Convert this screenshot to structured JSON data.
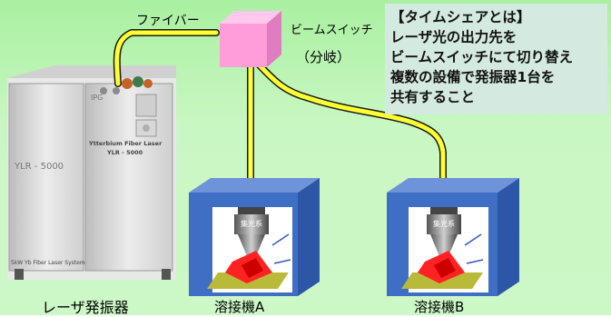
{
  "labels": {
    "fiber": "ファイバー",
    "beam_switch": "ビームスイッチ",
    "branch": "（分岐）",
    "laser_oscillator": "レーザ発振器",
    "welder_a": "溶接機A",
    "welder_b": "溶接機B"
  },
  "info_box": {
    "title": "【タイムシェアとは】",
    "lines": [
      "レーザ光の出力先を",
      "ビームスイッチにて切り替え",
      "複数の設備で発振器1台を",
      "共有すること"
    ]
  },
  "laser_unit": {
    "brand": "IPG",
    "model_title": "Ytterbium Fiber Laser",
    "model": "YLR - 5000",
    "side_label": "YLR - 5000",
    "footer": "5kW Yb Fiber Laser System"
  },
  "head_label": "集光系",
  "colors": {
    "background": "#b8f3b0",
    "fiber": "#ffff33",
    "switch_box": "#ff9dd9",
    "welder_box": "#3f6fc4",
    "info_box": "#d4eae0"
  }
}
